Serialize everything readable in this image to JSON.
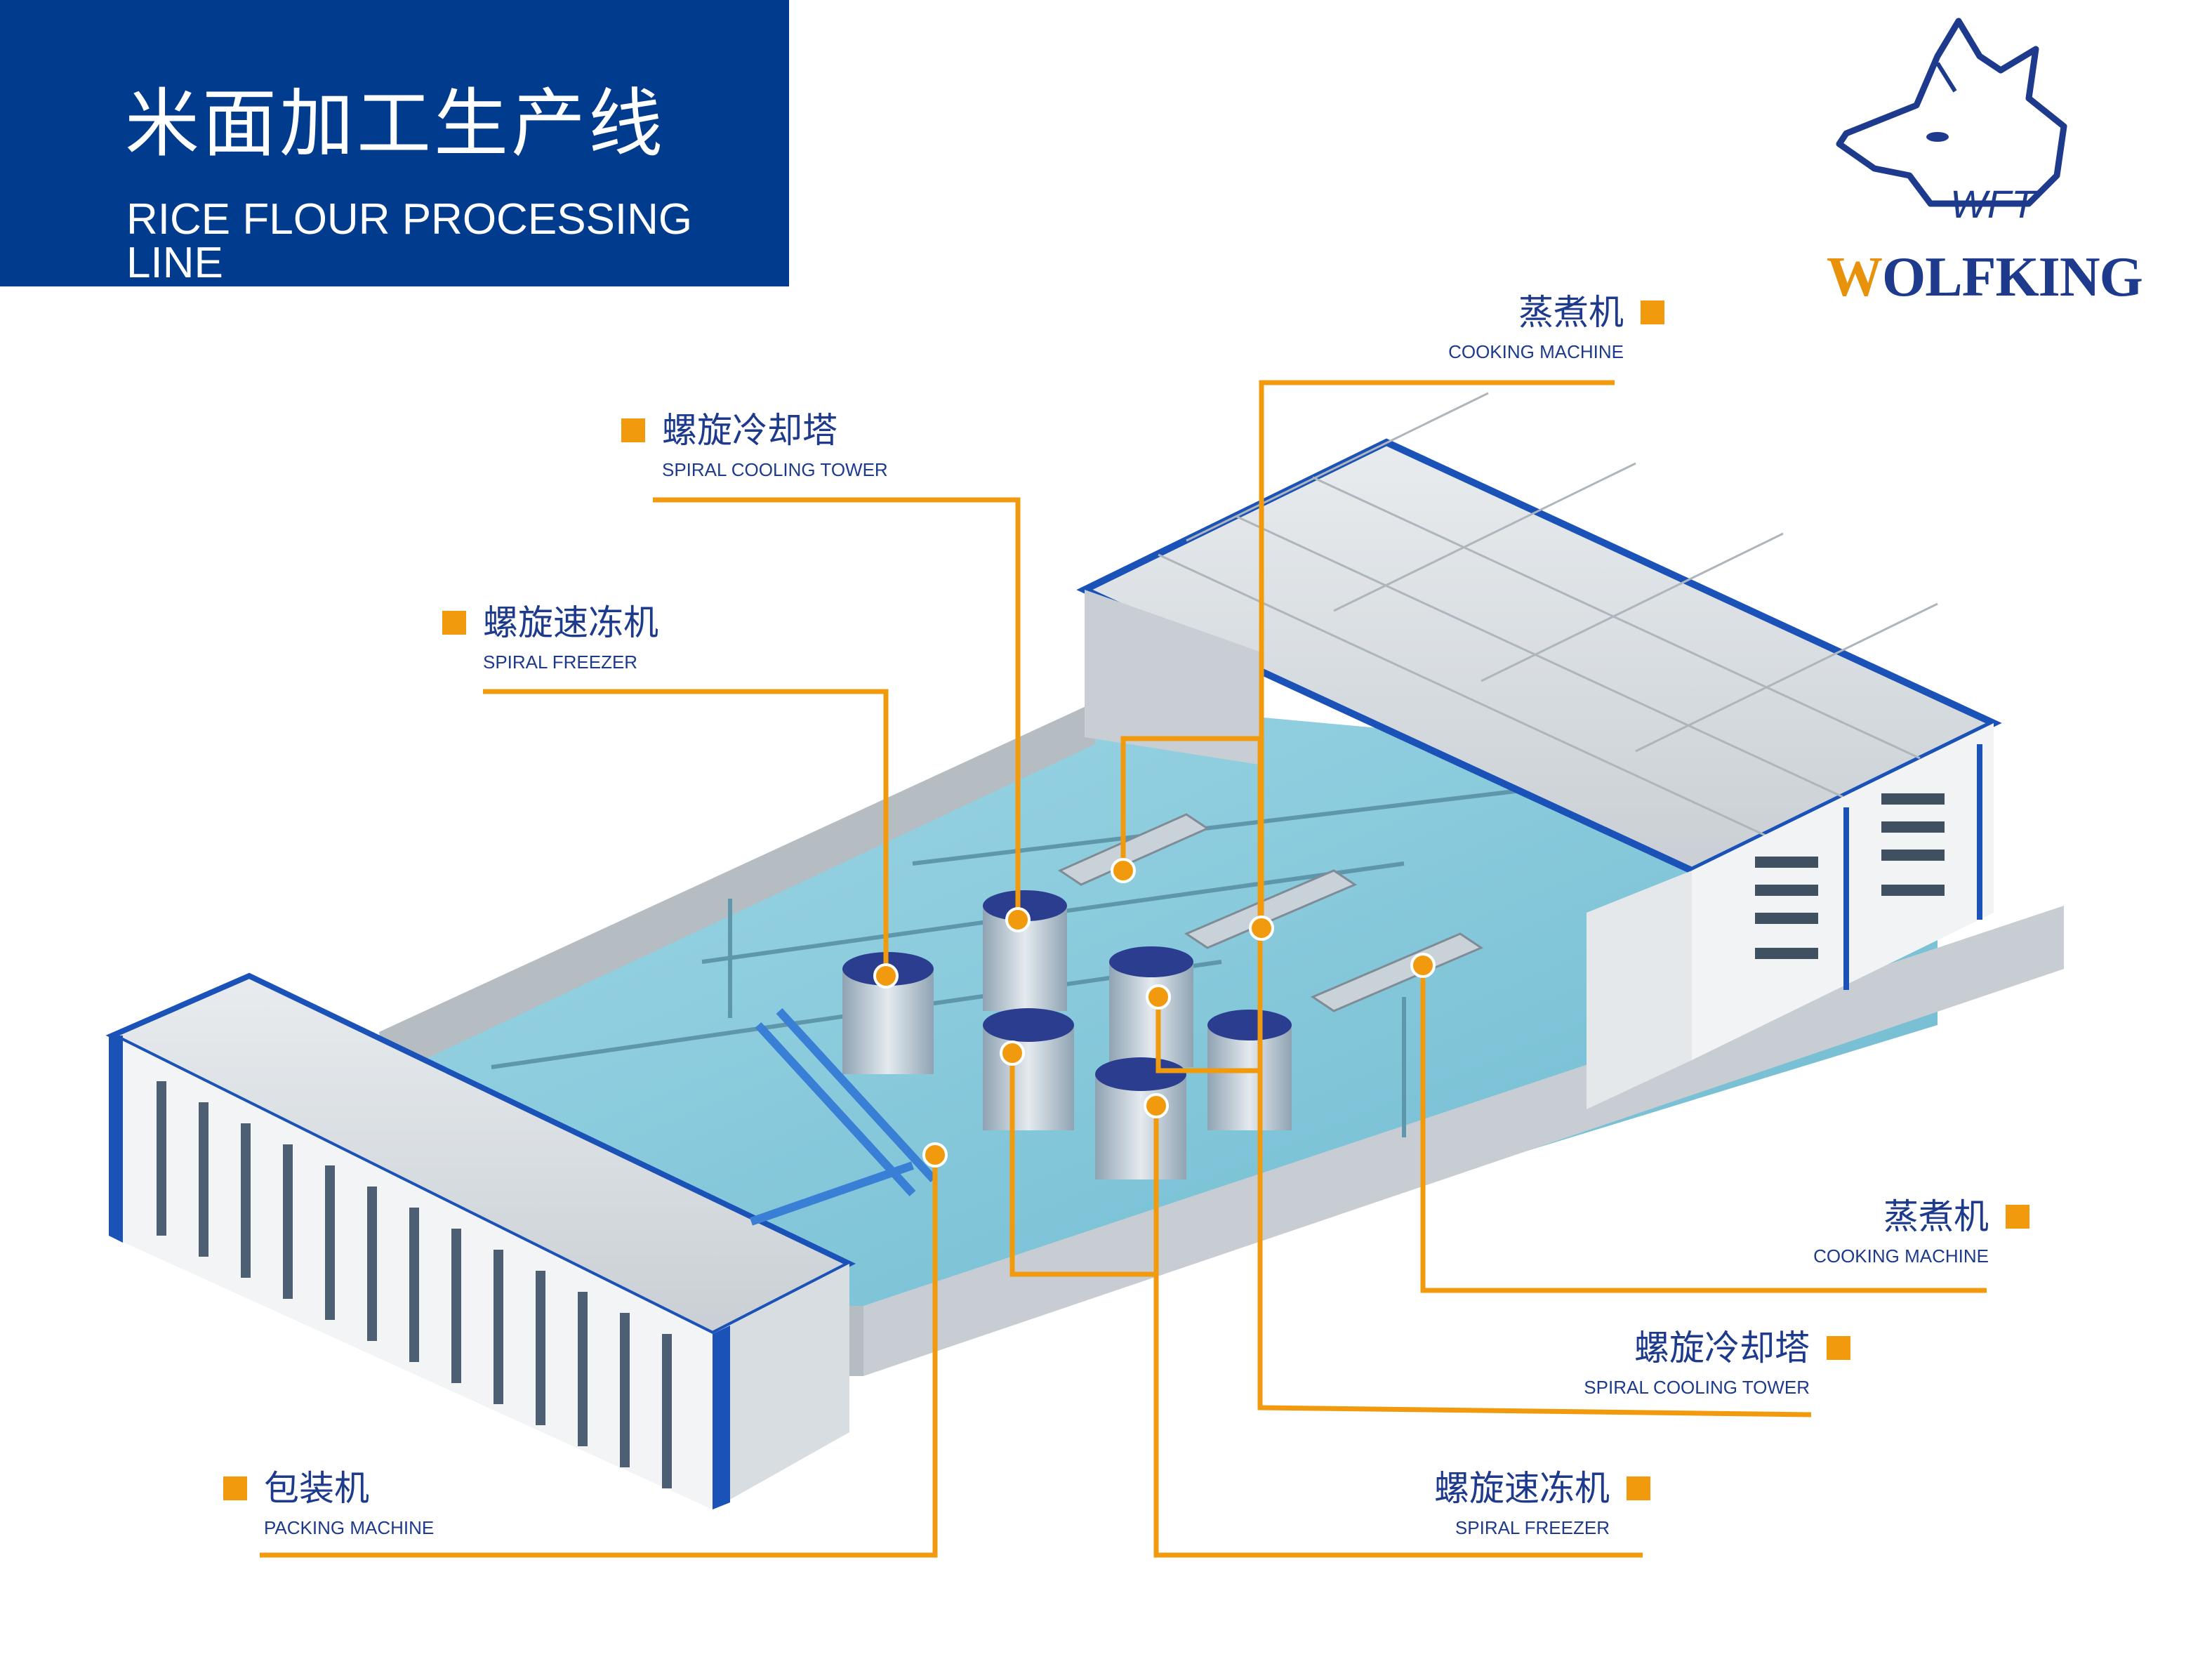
{
  "header": {
    "title_cn": "米面加工生产线",
    "title_en": "RICE FLOUR PROCESSING LINE"
  },
  "brand": {
    "logo_mark_text": "WFT",
    "name_first": "W",
    "name_rest": "OLFKING",
    "colors": {
      "navy": "#1d3a8c",
      "orange": "#e8920c"
    }
  },
  "colors": {
    "title_block": "#003b8e",
    "leader_line": "#f29a0e",
    "floor": "#7cc4d8",
    "building_trim": "#1a52b8"
  },
  "callouts": [
    {
      "id": "cooking-top",
      "cn": "蒸煮机",
      "en": "COOKING MACHINE"
    },
    {
      "id": "cooling-top",
      "cn": "螺旋冷却塔",
      "en": "SPIRAL COOLING TOWER"
    },
    {
      "id": "freezer-top",
      "cn": "螺旋速冻机",
      "en": "SPIRAL FREEZER"
    },
    {
      "id": "cooking-right",
      "cn": "蒸煮机",
      "en": "COOKING MACHINE"
    },
    {
      "id": "cooling-right",
      "cn": "螺旋冷却塔",
      "en": "SPIRAL COOLING TOWER"
    },
    {
      "id": "packing",
      "cn": "包装机",
      "en": "PACKING MACHINE"
    },
    {
      "id": "freezer-bottom",
      "cn": "螺旋速冻机",
      "en": "SPIRAL FREEZER"
    }
  ]
}
